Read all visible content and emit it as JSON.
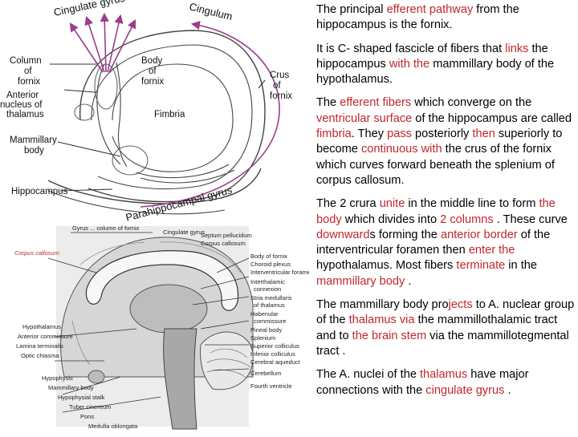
{
  "colors": {
    "accent_red": "#c0272d",
    "arrow_purple": "#9b3c8c",
    "text": "#000000"
  },
  "figure_top": {
    "labels": {
      "cingulate_gyrus": "Cingulate gyrus",
      "cingulum": "Cingulum",
      "column_of_fornix": [
        "Column",
        "of",
        "fornix"
      ],
      "body_of_fornix": [
        "Body",
        "of",
        "fornix"
      ],
      "anterior_nucleus": [
        "Anterior",
        "nucleus of",
        "thalamus"
      ],
      "crus_of_fornix": [
        "Crus",
        "of",
        "fornix"
      ],
      "fimbria": "Fimbria",
      "mammillary_body": [
        "Mammillary",
        "body"
      ],
      "hippocampus": "Hippocampus",
      "parahippocampal_gyrus": "Parahippocampal gyrus"
    }
  },
  "figure_bottom": {
    "labels": {
      "top_left": "Gyrus ... column of fornix",
      "cingulate_gyrus": "Cingulate gyrus",
      "septum": "Septum pellucidum",
      "corpus_callosum_r": "Corpus callosum",
      "corpus_callosum_l": [
        "Corpus callosum"
      ],
      "right_labels": [
        "Body of fornix",
        "Choroid plexus",
        "Interventricular foramen",
        "Interthalamic",
        "connexion",
        "Stria medullaris",
        "of thalamus",
        "Habenular",
        "commissure",
        "Pineal body",
        "Splenium",
        "Superior colliculus",
        "Inferior colliculus",
        "Cerebral aqueduct",
        "Cerebellum",
        "Fourth ventricle"
      ],
      "left_labels": [
        "Hypothalamus",
        "Anterior commissure",
        "Lamina terminalis",
        "Optic chiasma",
        "",
        "Hypophysis",
        "Mammillary body",
        "Hypophysial stalk",
        "Tuber cinereum",
        "Pons",
        "Medulla oblongata"
      ]
    }
  },
  "paragraphs": [
    [
      [
        "The principal ",
        0
      ],
      [
        "efferent pathway",
        1
      ],
      [
        " from the hippocampus is the fornix.",
        0
      ]
    ],
    [
      [
        " It is C- shaped fascicle of fibers that ",
        0
      ],
      [
        "links",
        1
      ],
      [
        " the hippocampus ",
        0
      ],
      [
        "with the",
        1
      ],
      [
        " mammillary body of the hypothalamus.",
        0
      ]
    ],
    [
      [
        "The ",
        0
      ],
      [
        "efferent fibers",
        1
      ],
      [
        " which converge on the ",
        0
      ],
      [
        "ventricular surface",
        1
      ],
      [
        " of the hippocampus are called ",
        0
      ],
      [
        "fimbria",
        1
      ],
      [
        ". They ",
        0
      ],
      [
        "pass",
        1
      ],
      [
        " posteriorly ",
        0
      ],
      [
        "then",
        1
      ],
      [
        " superiorly to become ",
        0
      ],
      [
        "continuous with",
        1
      ],
      [
        " the crus of the fornix which curves forward beneath the splenium of corpus callosum.",
        0
      ]
    ],
    [
      [
        "The 2 crura ",
        0
      ],
      [
        "unite",
        1
      ],
      [
        " in the middle line to form ",
        0
      ],
      [
        "the body",
        1
      ],
      [
        " which divides into ",
        0
      ],
      [
        "2 columns",
        1
      ],
      [
        " . These curve ",
        0
      ],
      [
        "downward",
        1
      ],
      [
        "s forming the ",
        0
      ],
      [
        "anterior border",
        1
      ],
      [
        " of the  interventricular foramen then ",
        0
      ],
      [
        "enter the",
        1
      ],
      [
        " hypothalamus. Most fibers ",
        0
      ],
      [
        "terminate",
        1
      ],
      [
        " in  the ",
        0
      ],
      [
        "mammillary body",
        1
      ],
      [
        " .",
        0
      ]
    ],
    [
      [
        "The mammillary body pro",
        0
      ],
      [
        "jects",
        1
      ],
      [
        " to A. nuclear group of the ",
        0
      ],
      [
        "thalamus via",
        1
      ],
      [
        "  the  mammillothalamic tract and to ",
        0
      ],
      [
        "the brain stem",
        1
      ],
      [
        " via the mammillotegmental tract .",
        0
      ]
    ],
    [
      [
        "The A. nuclei of the ",
        0
      ],
      [
        "thalamus",
        1
      ],
      [
        " have major connections with the ",
        0
      ],
      [
        "cingulate gyrus",
        1
      ],
      [
        " .",
        0
      ]
    ]
  ]
}
